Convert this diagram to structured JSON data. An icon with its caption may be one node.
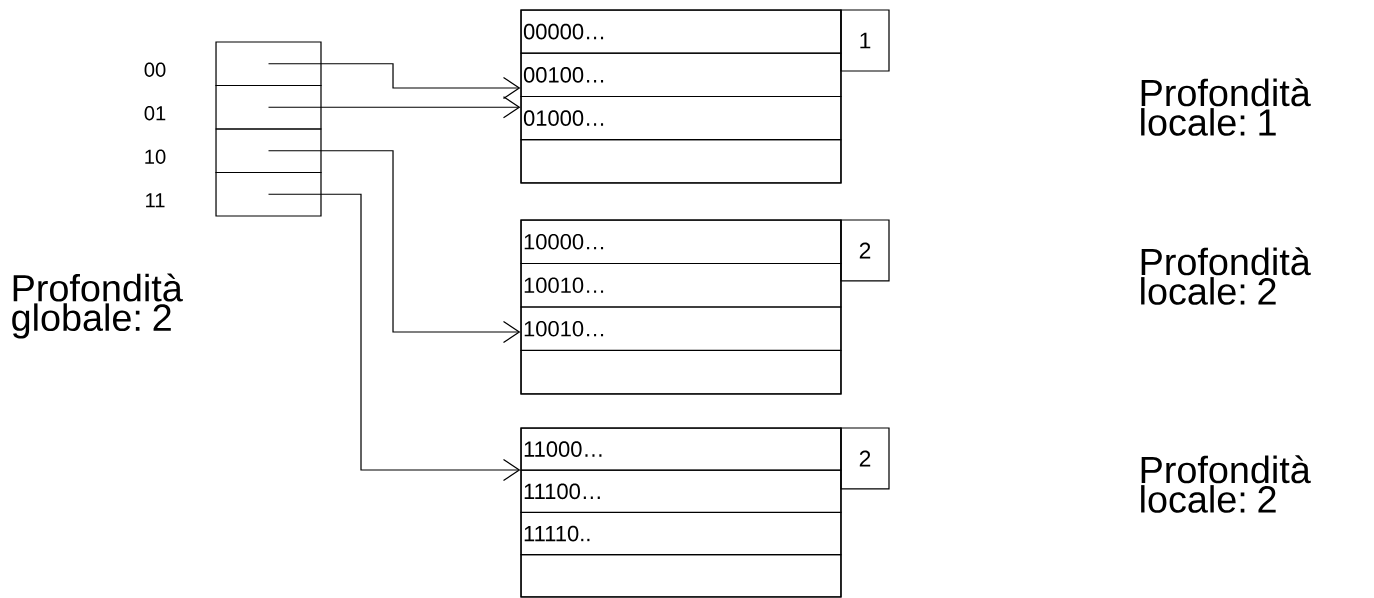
{
  "diagram": {
    "nodes": [
      {
        "text": [],
        "shape": "box",
        "beside": [
          "00"
        ]
      },
      {
        "text": [],
        "shape": "box",
        "beside": [
          "01"
        ]
      },
      {
        "text": [],
        "shape": "box",
        "beside": [
          "10"
        ]
      },
      {
        "text": [],
        "shape": "box",
        "beside": [
          "11"
        ]
      },
      {
        "text": [],
        "shape": "box"
      },
      {
        "text": [
          "00000…"
        ],
        "in": 4
      },
      {
        "text": [
          "00100…"
        ],
        "in": 4
      },
      {
        "text": [
          "01000…"
        ],
        "in": 4
      },
      {
        "text": [],
        "shape": "box",
        "in": 4
      },
      {
        "text": [
          "1"
        ]
      },
      {
        "text": [],
        "shape": "box"
      },
      {
        "text": [
          "10000…"
        ],
        "in": 10
      },
      {
        "text": [
          "10010…"
        ],
        "in": 10
      },
      {
        "text": [
          "10010…"
        ],
        "in": 10
      },
      {
        "text": [],
        "shape": "box",
        "in": 10
      },
      {
        "text": [
          "2"
        ]
      },
      {
        "text": [],
        "shape": "box"
      },
      {
        "text": [
          "11000…"
        ],
        "in": 16
      },
      {
        "text": [
          "11100…"
        ],
        "in": 16
      },
      {
        "text": [
          "11110.."
        ],
        "in": 16
      },
      {
        "text": [],
        "shape": "box",
        "in": 16
      },
      {
        "text": [
          "2"
        ]
      }
    ],
    "edges": [
      {
        "from": 0,
        "to": 6,
        "arrow": "to"
      },
      {
        "from": 1,
        "to": 7,
        "arrow": "to"
      },
      {
        "from": 2,
        "to": 13,
        "arrow": "to"
      },
      {
        "from": 3,
        "to": 17,
        "arrow": "to"
      }
    ],
    "labels": [
      "Profondità globale: 2",
      "Profondità locale: 1",
      "Profondità locale: 2",
      "Profondità locale: 2"
    ]
  }
}
